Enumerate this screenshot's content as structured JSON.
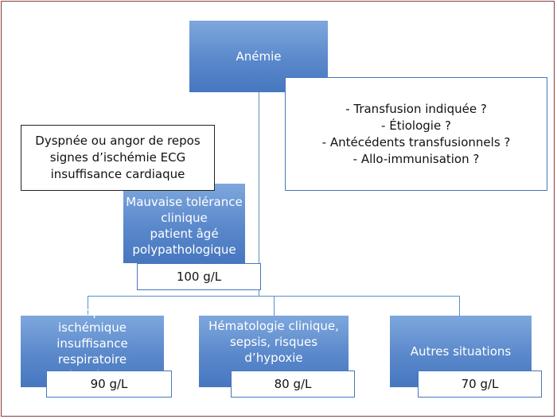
{
  "root": {
    "label": "Anémie"
  },
  "questions": {
    "lines": [
      "- Transfusion indiquée ?",
      "- Étiologie ?",
      "- Antécédents transfusionnels ?",
      "- Allo-immunisation ?"
    ]
  },
  "symptoms": {
    "lines": [
      "Dyspnée ou angor de repos",
      "signes d’ischémie ECG",
      "insuffisance cardiaque"
    ]
  },
  "tolerance": {
    "lines": [
      "Mauvaise tolérance",
      "clinique",
      "patient âgé",
      "polypathologique"
    ],
    "threshold": "100 g/L"
  },
  "branches": [
    {
      "lines": [
        "Cardiopathie ischémique",
        "insuffisance respiratoire",
        "chronique"
      ],
      "threshold": "90 g/L"
    },
    {
      "lines": [
        "Hématologie clinique,",
        "sepsis, risques d’hypoxie"
      ],
      "threshold": "80 g/L"
    },
    {
      "lines": [
        "Autres situations"
      ],
      "threshold": "70 g/L"
    }
  ],
  "colors": {
    "node_fill": "#5a88cb",
    "connector": "#5b8fc6",
    "frame": "#8a3b3b"
  }
}
